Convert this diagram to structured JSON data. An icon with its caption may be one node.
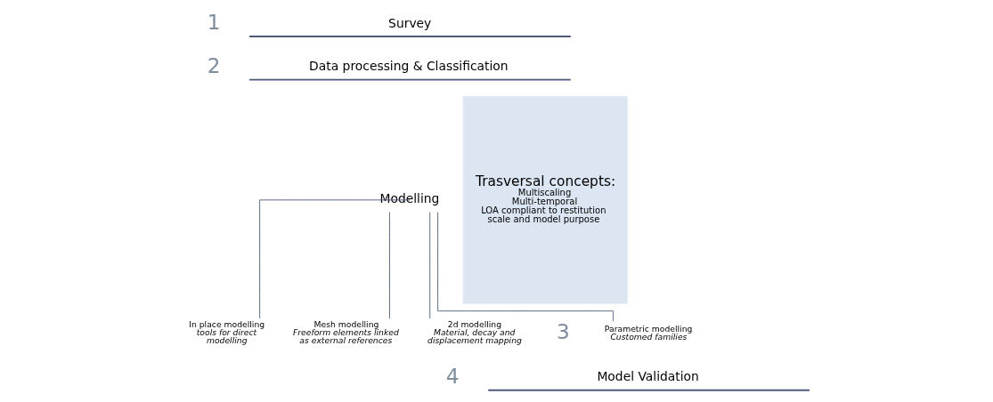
{
  "diagram": {
    "nodes": [
      {
        "text": [
          "Survey"
        ]
      },
      {
        "text": [
          "Data processing & Classification"
        ]
      },
      {
        "text": [
          "Modelling"
        ]
      },
      {
        "text": [
          "Parametric modelling",
          "Customed families"
        ]
      },
      {
        "text": [
          "In place modelling",
          "tools for direct modelling"
        ]
      },
      {
        "text": [
          "Mesh modelling",
          "Freeform elements linked as external references"
        ]
      },
      {
        "text": [
          "2d modelling",
          "Material, decay and displacement mapping"
        ]
      },
      {
        "text": [
          "Model Validation"
        ]
      },
      {
        "text": [
          "Trasversal concepts:",
          "Multiscaling",
          "Multi-temporal",
          "LOA compliant to restitution scale and model purpose"
        ]
      }
    ],
    "edges": [
      {
        "from": 2,
        "to": 3,
        "arrow": "none"
      },
      {
        "from": 2,
        "to": 4,
        "arrow": "none"
      },
      {
        "from": 2,
        "to": 5,
        "arrow": "none"
      },
      {
        "from": 2,
        "to": 6,
        "arrow": "none"
      }
    ],
    "labels": [
      "1",
      "2",
      "3",
      "4"
    ]
  }
}
